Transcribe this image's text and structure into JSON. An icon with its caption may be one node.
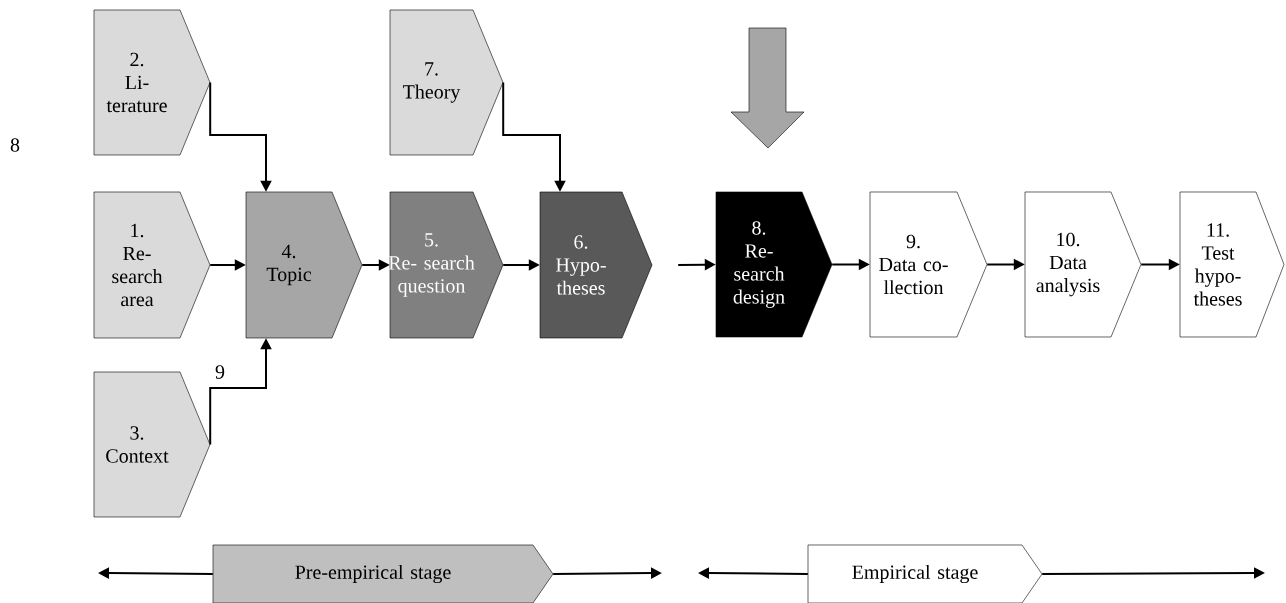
{
  "diagram": {
    "nodes": [
      {
        "text": [
          "1.",
          "Re- search area"
        ]
      },
      {
        "text": [
          "2.",
          "Li- terature"
        ]
      },
      {
        "text": [
          "3.",
          "Context"
        ]
      },
      {
        "text": [
          "4.",
          "Topic"
        ]
      },
      {
        "text": [
          "5.",
          "Re- search question"
        ]
      },
      {
        "text": [
          "6.",
          "Hypo- theses"
        ]
      },
      {
        "text": [
          "7.",
          "Theory"
        ]
      },
      {
        "text": [
          "8.",
          "Re- search design"
        ]
      },
      {
        "text": [
          "9.",
          "Data co- llection"
        ]
      },
      {
        "text": [
          "10.",
          "Data analysis"
        ]
      },
      {
        "text": [
          "11.",
          "Test hypo- theses"
        ]
      },
      {
        "text": [
          "Pre-empirical stage"
        ]
      },
      {
        "text": [
          "Empirical stage"
        ]
      }
    ],
    "edges": [
      {
        "from": 0,
        "to": 3,
        "arrow": "to"
      },
      {
        "from": 1,
        "to": 3,
        "arrow": "to"
      },
      {
        "from": 2,
        "to": 3,
        "arrow": "to"
      },
      {
        "from": 3,
        "to": 4,
        "arrow": "to"
      },
      {
        "from": 4,
        "to": 5,
        "arrow": "to"
      },
      {
        "from": 6,
        "to": 5,
        "arrow": "to"
      },
      {
        "from": 5,
        "to": 7,
        "arrow": "to"
      },
      {
        "from": 7,
        "to": 8,
        "arrow": "to"
      },
      {
        "from": 8,
        "to": 9,
        "arrow": "to"
      },
      {
        "from": 9,
        "to": 10,
        "arrow": "to"
      },
      {
        "from": 11,
        "to": null,
        "arrow": "to"
      },
      {
        "from": 11,
        "to": null,
        "arrow": "to"
      },
      {
        "from": 12,
        "to": null,
        "arrow": "to"
      },
      {
        "from": 12,
        "to": null,
        "arrow": "to"
      }
    ],
    "labels": [
      "8",
      "9"
    ]
  }
}
